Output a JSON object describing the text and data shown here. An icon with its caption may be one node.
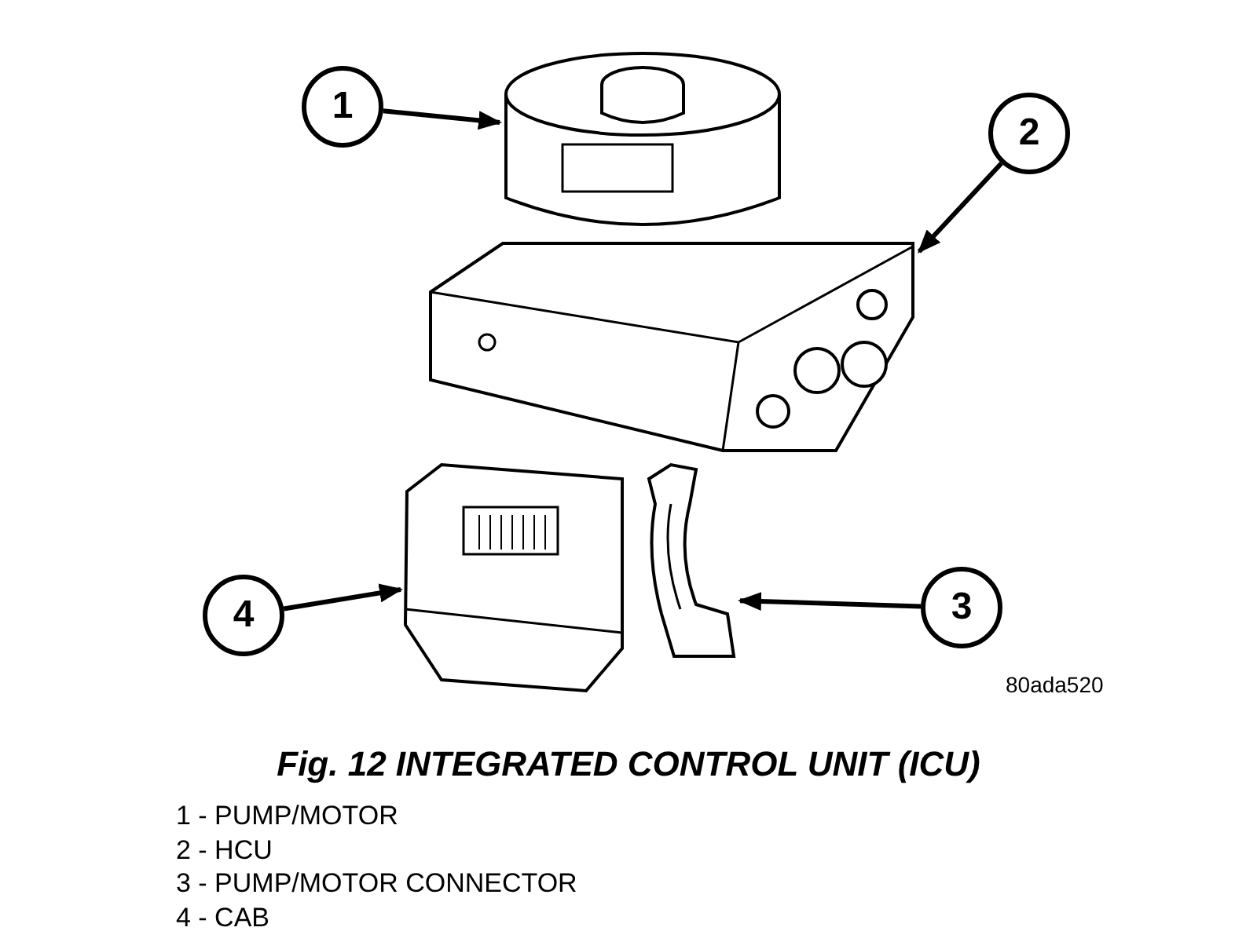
{
  "diagram": {
    "caption": "Fig. 12 INTEGRATED CONTROL UNIT (ICU)",
    "nodes": [
      {
        "text": [
          "1"
        ]
      },
      {
        "text": [
          "2"
        ]
      },
      {
        "text": [
          "4"
        ]
      },
      {
        "text": [
          "3"
        ]
      },
      {
        "text": [],
        "shape": "picture"
      },
      {
        "text": [],
        "shape": "picture"
      },
      {
        "text": [],
        "shape": "picture"
      },
      {
        "text": [],
        "shape": "picture"
      }
    ],
    "edges": [
      {
        "from": 0,
        "to": 4,
        "arrow": "to"
      },
      {
        "from": 1,
        "to": 5,
        "arrow": "to"
      },
      {
        "from": 2,
        "to": 6,
        "arrow": "to"
      },
      {
        "from": 3,
        "to": 7,
        "arrow": "to"
      }
    ],
    "labels": [
      "80ada520",
      "1 - PUMP/MOTOR",
      "2 - HCU",
      "3 - PUMP/MOTOR CONNECTOR",
      "4 - CAB"
    ]
  }
}
